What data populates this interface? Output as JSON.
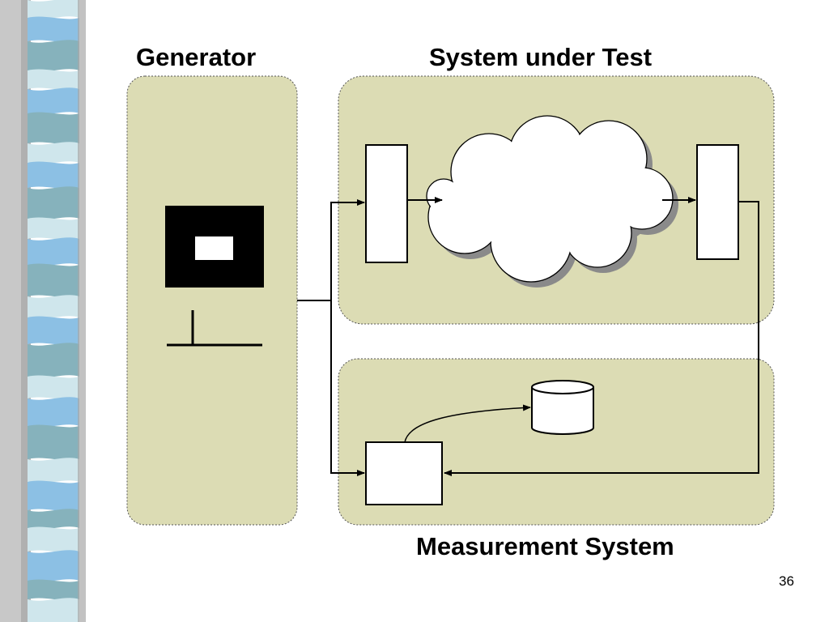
{
  "slide": {
    "titles": {
      "generator": "Generator",
      "system_under_test": "System under Test",
      "measurement_system": "Measurement System"
    },
    "page_number": "36"
  },
  "colors": {
    "panel_fill": "#dcdcb4",
    "panel_border": "#555555",
    "cloud_shadow": "#8a8a8a",
    "box_fill": "#ffffff",
    "line": "#000000",
    "strip_light": "#cfe6ec",
    "strip_blue": "#8cc0e4",
    "strip_teal": "#86b2bc"
  }
}
